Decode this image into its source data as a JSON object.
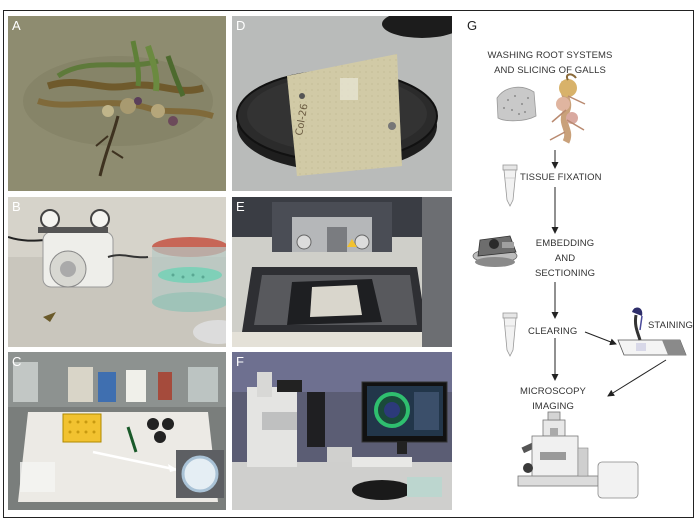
{
  "panels": [
    {
      "id": "A",
      "label": "A"
    },
    {
      "id": "B",
      "label": "B"
    },
    {
      "id": "C",
      "label": "C"
    },
    {
      "id": "D",
      "label": "D"
    },
    {
      "id": "E",
      "label": "E"
    },
    {
      "id": "F",
      "label": "F"
    }
  ],
  "diagram": {
    "label": "G",
    "steps": {
      "washing_line1": "WASHING ROOT SYSTEMS",
      "washing_line2": "AND SLICING OF GALLS",
      "fixation": "TISSUE FIXATION",
      "embedding_line1": "EMBEDDING",
      "embedding_line2": "AND",
      "embedding_line3": "SECTIONING",
      "clearing": "CLEARING",
      "staining": "STAINING",
      "microscopy_line1": "MICROSCOPY",
      "microscopy_line2": "IMAGING"
    }
  },
  "sticker_text": "Col-26"
}
